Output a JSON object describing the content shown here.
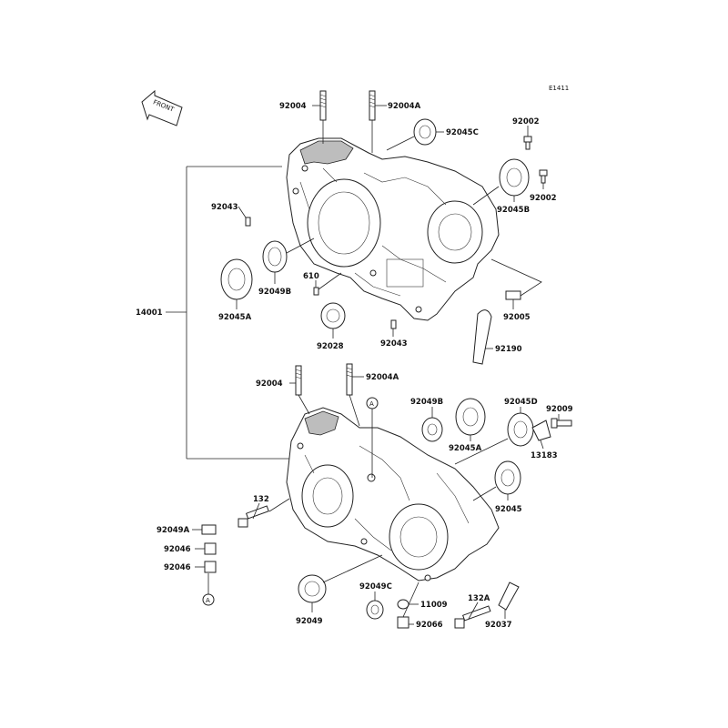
{
  "diagram": {
    "code": "E1411",
    "front_label": "FRONT",
    "labels": {
      "p92004_top": "92004",
      "p92004A_top": "92004A",
      "p92045C": "92045C",
      "p92002_a": "92002",
      "p92002_b": "92002",
      "p92045B": "92045B",
      "p92043_a": "92043",
      "p14001": "14001",
      "p92049B_top": "92049B",
      "p610": "610",
      "p92045A_top": "92045A",
      "p92028": "92028",
      "p92043_b": "92043",
      "p92005": "92005",
      "p92190": "92190",
      "p92004_bot": "92004",
      "p92004A_bot": "92004A",
      "p92049B_bot": "92049B",
      "p92045A_bot": "92045A",
      "p92045D": "92045D",
      "p92009": "92009",
      "p13183": "13183",
      "p132": "132",
      "p92045": "92045",
      "p92049A": "92049A",
      "p92046_a": "92046",
      "p92046_b": "92046",
      "p92049": "92049",
      "p92049C": "92049C",
      "p11009": "11009",
      "p132A": "132A",
      "p92066": "92066",
      "p92037": "92037",
      "ref_A": "A"
    }
  }
}
